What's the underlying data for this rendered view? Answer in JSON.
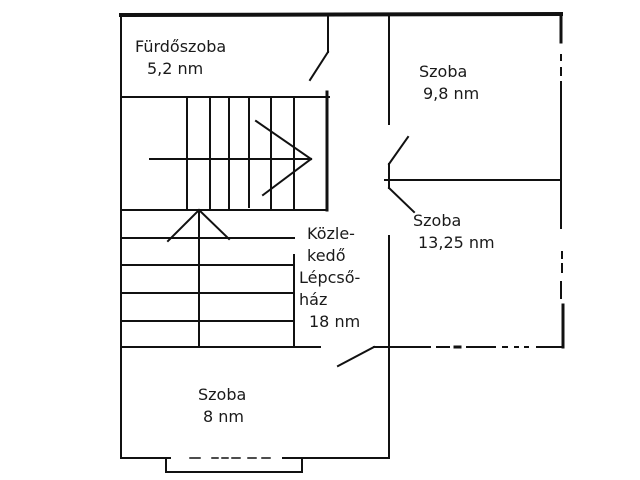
{
  "floor_plan": {
    "rooms": [
      {
        "name": "Fürdőszoba",
        "area": "5,2 nm"
      },
      {
        "name": "Szoba",
        "area": "9,8 nm"
      },
      {
        "name": "Szoba",
        "area": "13,25 nm"
      },
      {
        "name_line1": "Közle-",
        "name_line2": "kedő",
        "name_line3": "Lépcső-",
        "name_line4": "ház",
        "area": "18 nm"
      },
      {
        "name": "Szoba",
        "area": "8 nm"
      }
    ],
    "colors": {
      "wall": "#111111",
      "background": "#ffffff"
    }
  }
}
